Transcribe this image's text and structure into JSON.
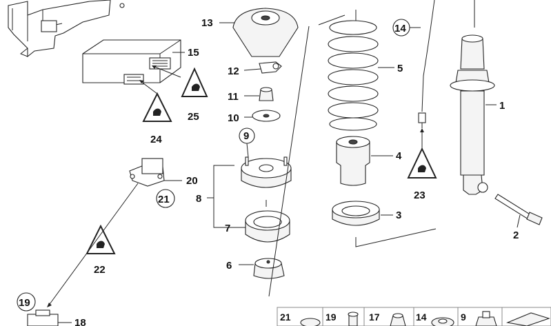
{
  "parts": {
    "p1": "1",
    "p2": "2",
    "p3": "3",
    "p4": "4",
    "p5": "5",
    "p6": "6",
    "p7": "7",
    "p8": "8",
    "p9": "9",
    "p10": "10",
    "p11": "11",
    "p12": "12",
    "p13": "13",
    "p14": "14",
    "p15": "15",
    "p18": "18",
    "p19": "19",
    "p20": "20",
    "p21": "21",
    "p22": "22",
    "p23": "23",
    "p24": "24",
    "p25": "25"
  },
  "legend_strip": {
    "items": [
      "21",
      "19",
      "17",
      "14",
      "9"
    ]
  },
  "icons": [
    "warning-triangle-icon"
  ]
}
